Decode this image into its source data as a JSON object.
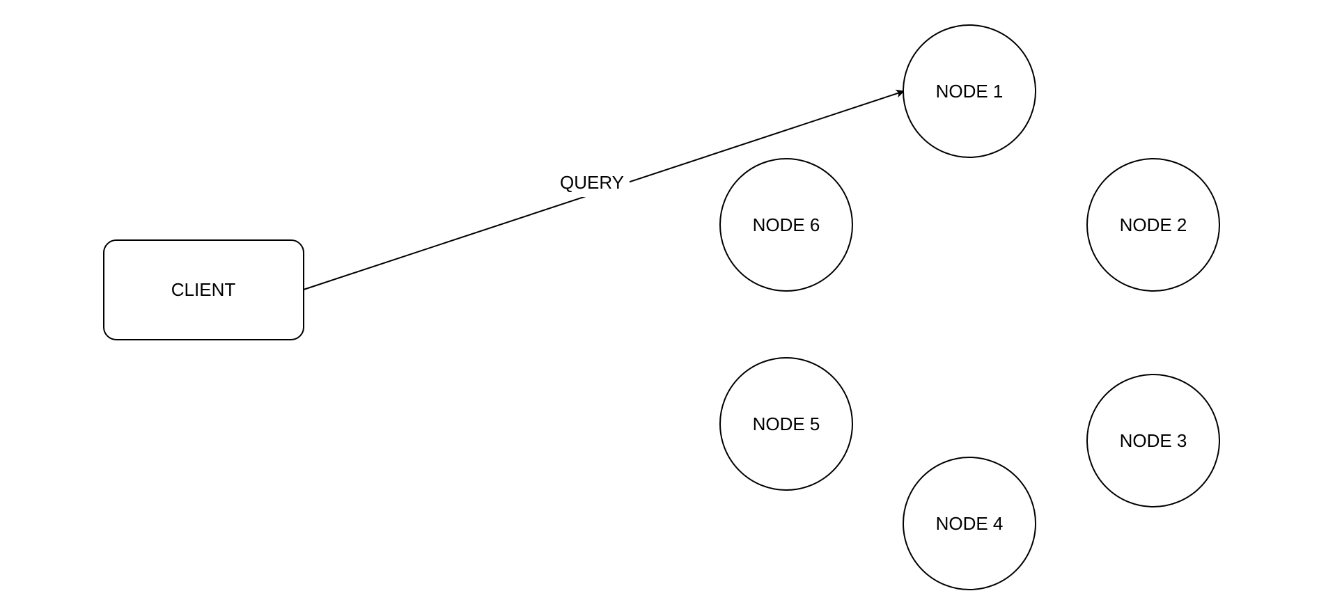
{
  "diagram": {
    "client": {
      "label": "CLIENT"
    },
    "edge": {
      "label": "QUERY",
      "from": "CLIENT",
      "to": "NODE 1"
    },
    "nodes": [
      {
        "label": "NODE 1"
      },
      {
        "label": "NODE 2"
      },
      {
        "label": "NODE 3"
      },
      {
        "label": "NODE 4"
      },
      {
        "label": "NODE 5"
      },
      {
        "label": "NODE 6"
      }
    ]
  },
  "colors": {
    "background": "#ffffff",
    "stroke": "#000000",
    "text": "#000000"
  }
}
